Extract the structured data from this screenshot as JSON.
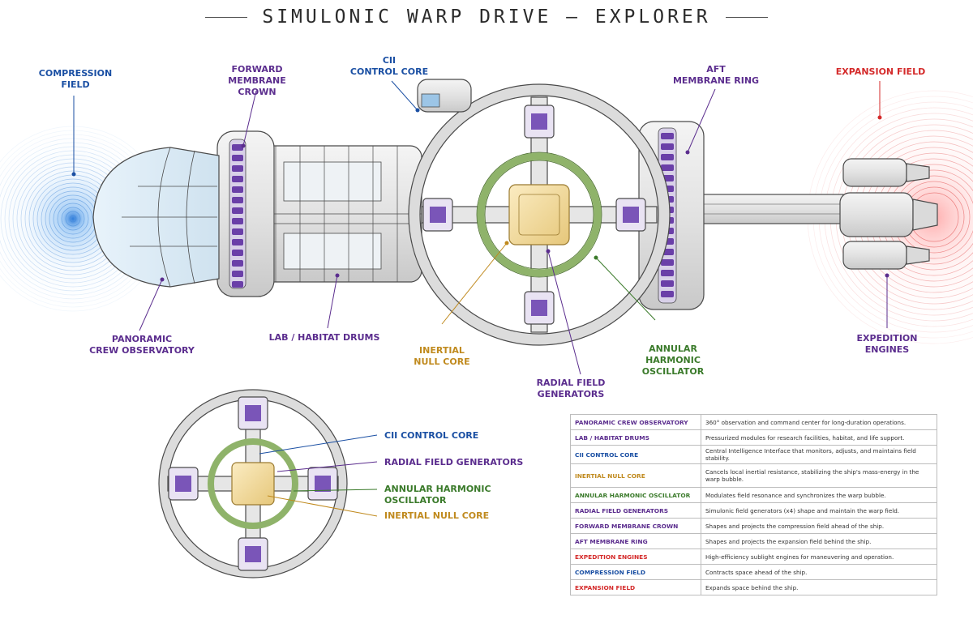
{
  "title": "SIMULONIC WARP DRIVE — EXPLORER",
  "colors": {
    "purple": "#5b2d8e",
    "blue": "#1a4fa3",
    "red": "#d42a2a",
    "gold": "#c08a1e",
    "green": "#3a7a2a",
    "ink": "#4a4a4a"
  },
  "labels": {
    "compression_field": [
      "COMPRESSION",
      "FIELD"
    ],
    "forward_membrane_crown": [
      "FORWARD",
      "MEMBRANE CROWN"
    ],
    "cii_control_core": [
      "CII",
      "CONTROL CORE"
    ],
    "aft_membrane_ring": [
      "AFT",
      "MEMBRANE RING"
    ],
    "expansion_field": [
      "EXPANSION FIELD"
    ],
    "panoramic_crew_observatory": [
      "PANORAMIC",
      "CREW OBSERVATORY"
    ],
    "lab_habitat_drums": [
      "LAB / HABITAT DRUMS"
    ],
    "inertial_null_core": [
      "INERTIAL",
      "NULL CORE"
    ],
    "radial_field_generators": [
      "RADIAL FIELD",
      "GENERATORS"
    ],
    "annular_harmonic_oscillator": [
      "ANNULAR",
      "HARMONIC OSCILLATOR"
    ],
    "expedition_engines": [
      "EXPEDITION",
      "ENGINES"
    ]
  },
  "front_view_labels": {
    "cii_control_core": "CII CONTROL CORE",
    "radial_field_generators": "RADIAL FIELD GENERATORS",
    "annular_harmonic_oscillator": "ANNULAR HARMONIC OSCILLATOR",
    "inertial_null_core": "INERTIAL NULL CORE"
  },
  "legend": [
    {
      "name": "PANORAMIC CREW OBSERVATORY",
      "color": "purple",
      "desc": "360° observation and command center for long-duration operations."
    },
    {
      "name": "LAB / HABITAT DRUMS",
      "color": "purple",
      "desc": "Pressurized modules for research facilities, habitat, and life support."
    },
    {
      "name": "CII CONTROL CORE",
      "color": "blue",
      "desc": "Central Intelligence Interface that monitors, adjusts, and maintains field stability."
    },
    {
      "name": "INERTIAL NULL CORE",
      "color": "gold",
      "desc": "Cancels local inertial resistance, stabilizing the ship's mass-energy in the warp bubble."
    },
    {
      "name": "ANNULAR HARMONIC OSCILLATOR",
      "color": "green",
      "desc": "Modulates field resonance and synchronizes the warp bubble."
    },
    {
      "name": "RADIAL FIELD GENERATORS",
      "color": "purple",
      "desc": "Simulonic field generators (x4) shape and maintain the warp field."
    },
    {
      "name": "FORWARD MEMBRANE CROWN",
      "color": "purple",
      "desc": "Shapes and projects the compression field ahead of the ship."
    },
    {
      "name": "AFT MEMBRANE RING",
      "color": "purple",
      "desc": "Shapes and projects the expansion field behind the ship."
    },
    {
      "name": "EXPEDITION ENGINES",
      "color": "red",
      "desc": "High-efficiency sublight engines for maneuvering and operation."
    },
    {
      "name": "COMPRESSION FIELD",
      "color": "blue",
      "desc": "Contracts space ahead of the ship."
    },
    {
      "name": "EXPANSION FIELD",
      "color": "red",
      "desc": "Expands space behind the ship."
    }
  ]
}
